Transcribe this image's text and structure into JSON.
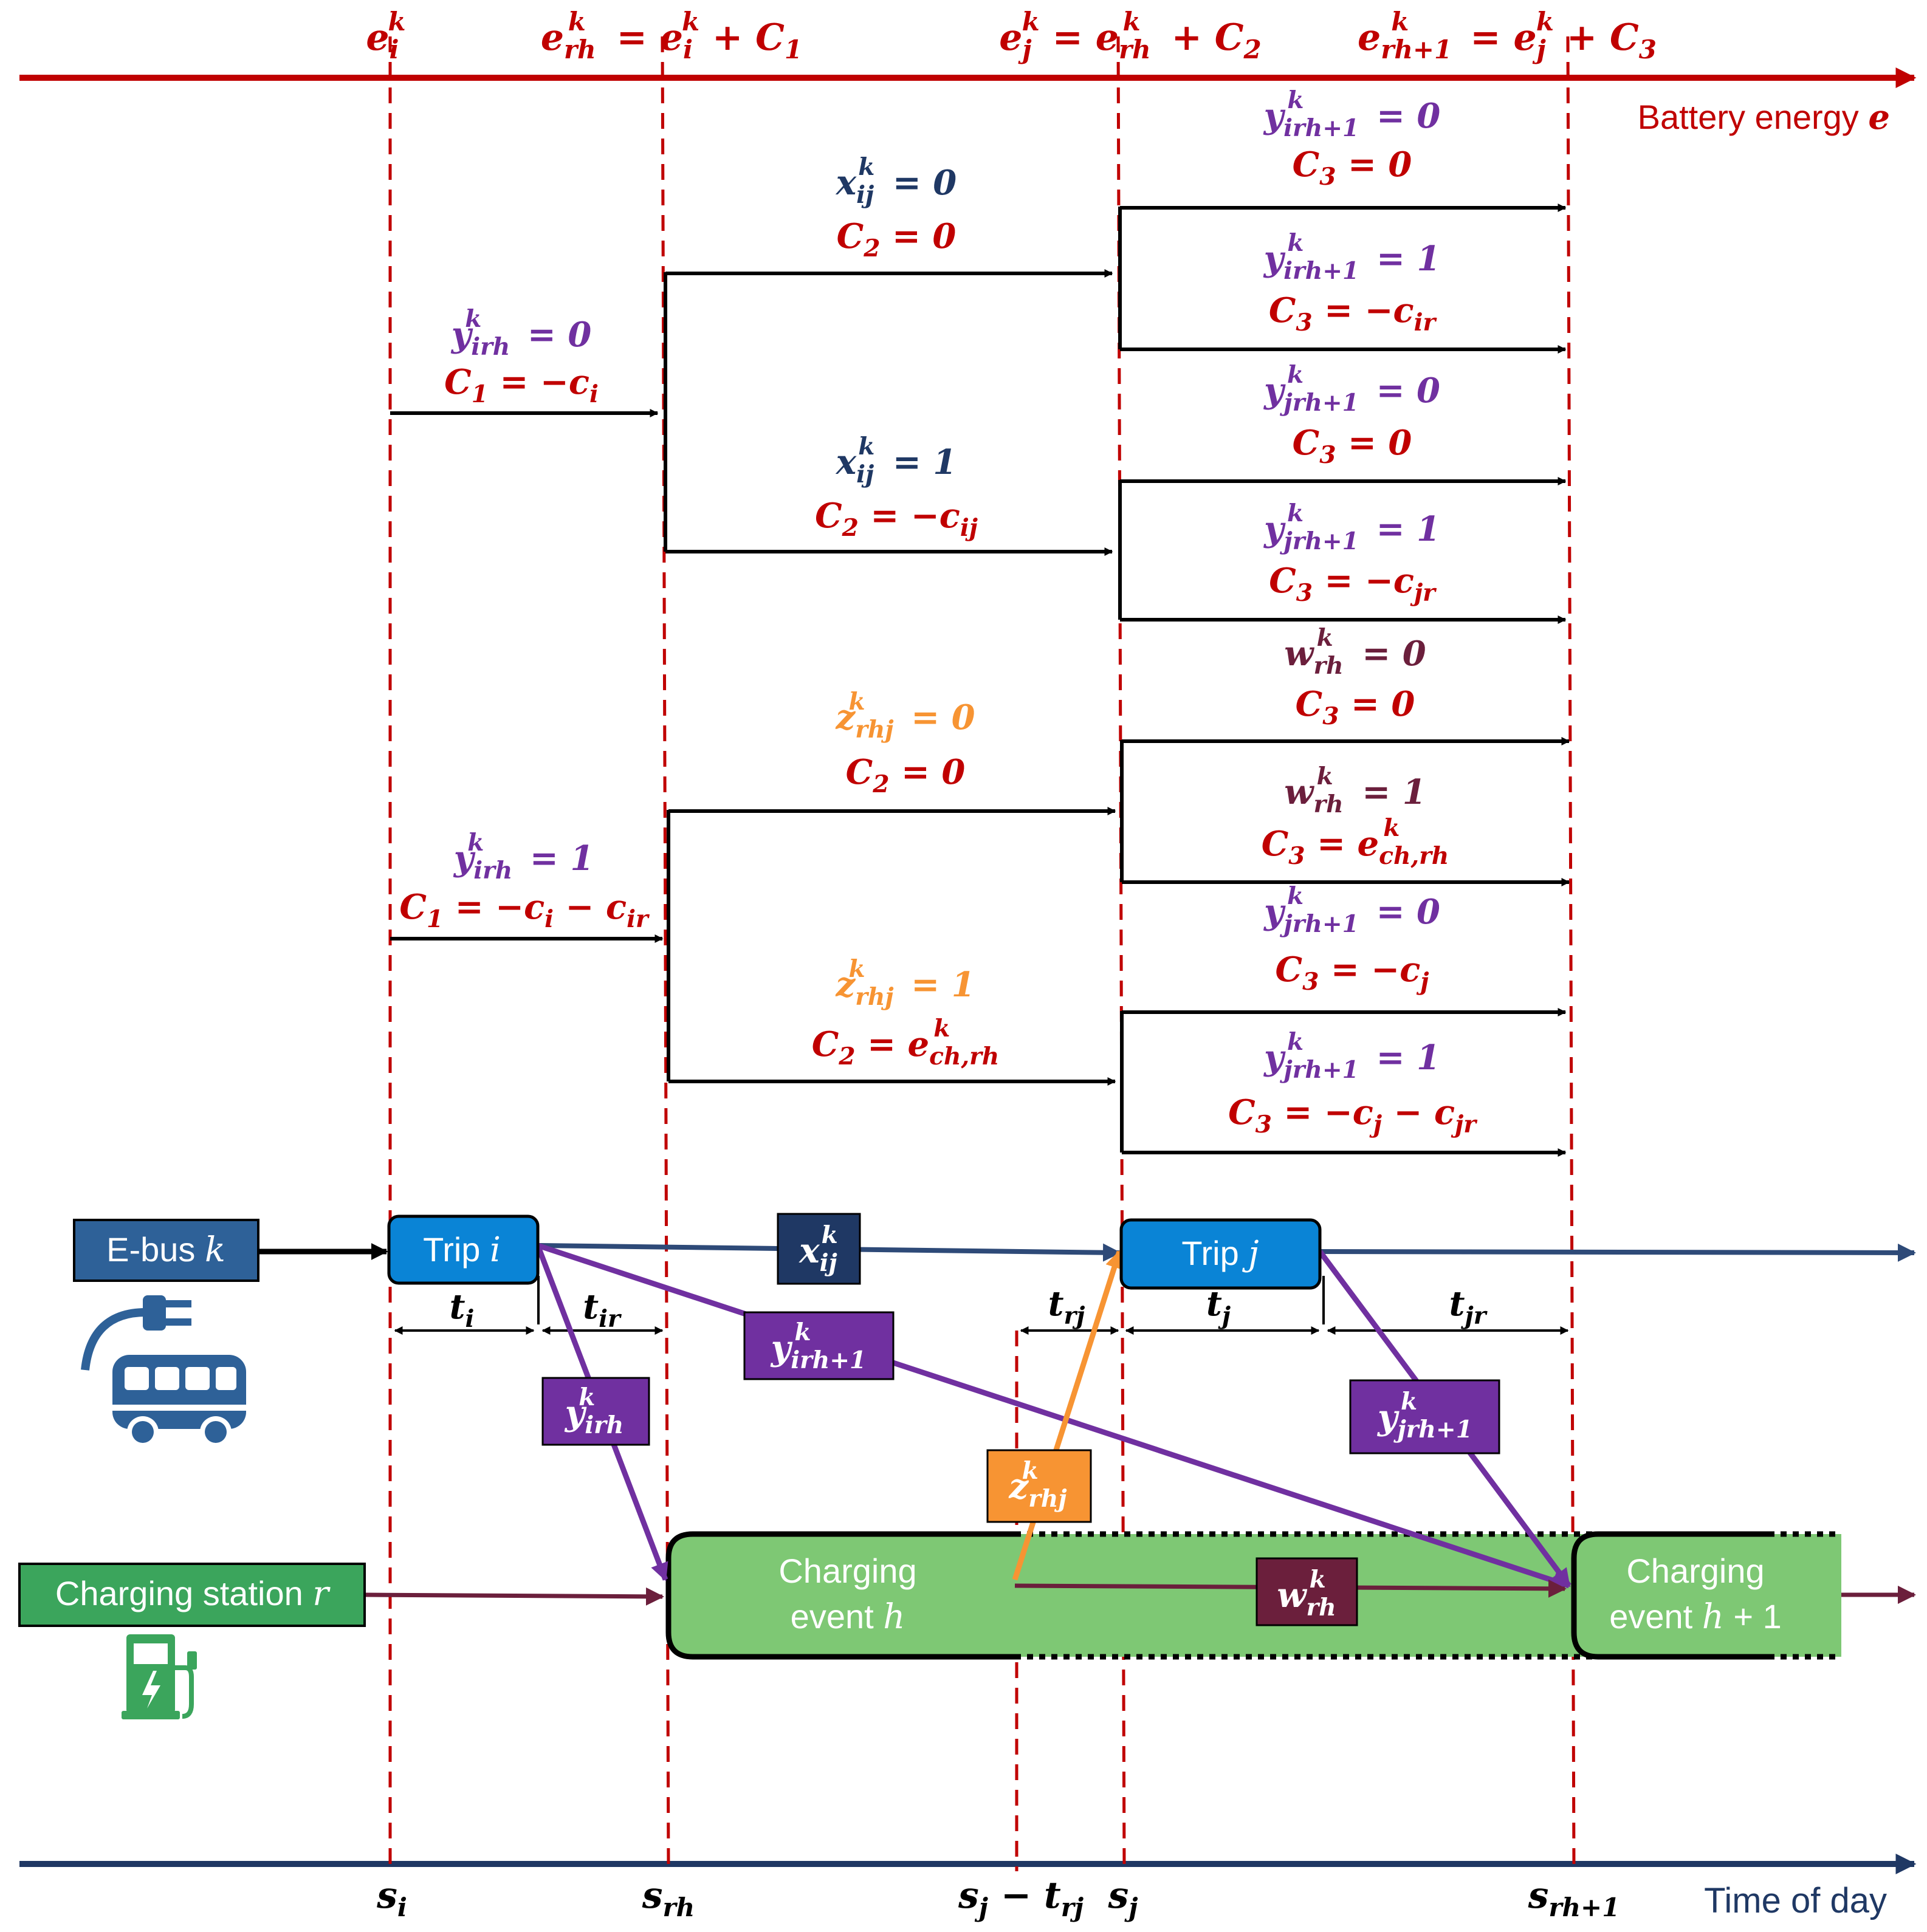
{
  "colors": {
    "red": "#c00000",
    "navy": "#1f3864",
    "purple": "#7030a0",
    "orange": "#f79433",
    "maroon": "#6b1f3c",
    "green": "#7ec874",
    "blue": "#0a84d6",
    "steel": "#2e6198"
  },
  "energy_axis": {
    "label": "Battery energy e",
    "marks": [
      "e_i^k",
      "e_rh^k = e_i^k + C_1",
      "e_j^k = e_rh^k + C_2",
      "e_rh+1^k = e_j^k + C_3"
    ]
  },
  "time_axis": {
    "label": "Time of day",
    "marks": [
      "s_i",
      "s_rh",
      "s_j − t_rj",
      "s_j",
      "s_rh+1"
    ]
  },
  "decisions": {
    "y_irh_0": {
      "var": "y_irh^k = 0",
      "cost": "C_1 = −c_i"
    },
    "y_irh_1": {
      "var": "y_irh^k = 1",
      "cost": "C_1 = −c_i − c_ir"
    },
    "x_ij_0": {
      "var": "x_ij^k = 0",
      "cost": "C_2 = 0"
    },
    "x_ij_1": {
      "var": "x_ij^k = 1",
      "cost": "C_2 = −c_ij"
    },
    "z_rhj_0": {
      "var": "z_rhj^k = 0",
      "cost": "C_2 = 0"
    },
    "z_rhj_1": {
      "var": "z_rhj^k = 1",
      "cost": "C_2 = e_ch,rh^k"
    },
    "b1": {
      "var": "y_irh+1^k = 0",
      "cost": "C_3 = 0"
    },
    "b2": {
      "var": "y_irh+1^k = 1",
      "cost": "C_3 = −c_ir"
    },
    "b3": {
      "var": "y_jrh+1^k = 0",
      "cost": "C_3 = 0"
    },
    "b4": {
      "var": "y_jrh+1^k = 1",
      "cost": "C_3 = −c_jr"
    },
    "b5": {
      "var": "w_rh^k = 0",
      "cost": "C_3 = 0"
    },
    "b6": {
      "var": "w_rh^k = 1",
      "cost": "C_3 = e_ch,rh^k"
    },
    "b7": {
      "var": "y_jrh+1^k = 0",
      "cost": "C_3 = −c_j"
    },
    "b8": {
      "var": "y_jrh+1^k = 1",
      "cost": "C_3 = −c_j − c_jr"
    }
  },
  "nodes": {
    "ebus": "E-bus k",
    "trip_i": "Trip i",
    "trip_j": "Trip j",
    "station": "Charging station r",
    "event_h": [
      "Charging",
      "event h"
    ],
    "event_h1": [
      "Charging",
      "event h + 1"
    ]
  },
  "edge_labels": {
    "x_ij": "x_ij^k",
    "y_irh": "y_irh^k",
    "y_irh1": "y_irh+1^k",
    "y_jrh1": "y_jrh+1^k",
    "z_rhj": "z_rhj^k",
    "w_rh": "w_rh^k"
  },
  "durations": [
    "t_i",
    "t_ir",
    "t_rj",
    "t_j",
    "t_jr"
  ]
}
